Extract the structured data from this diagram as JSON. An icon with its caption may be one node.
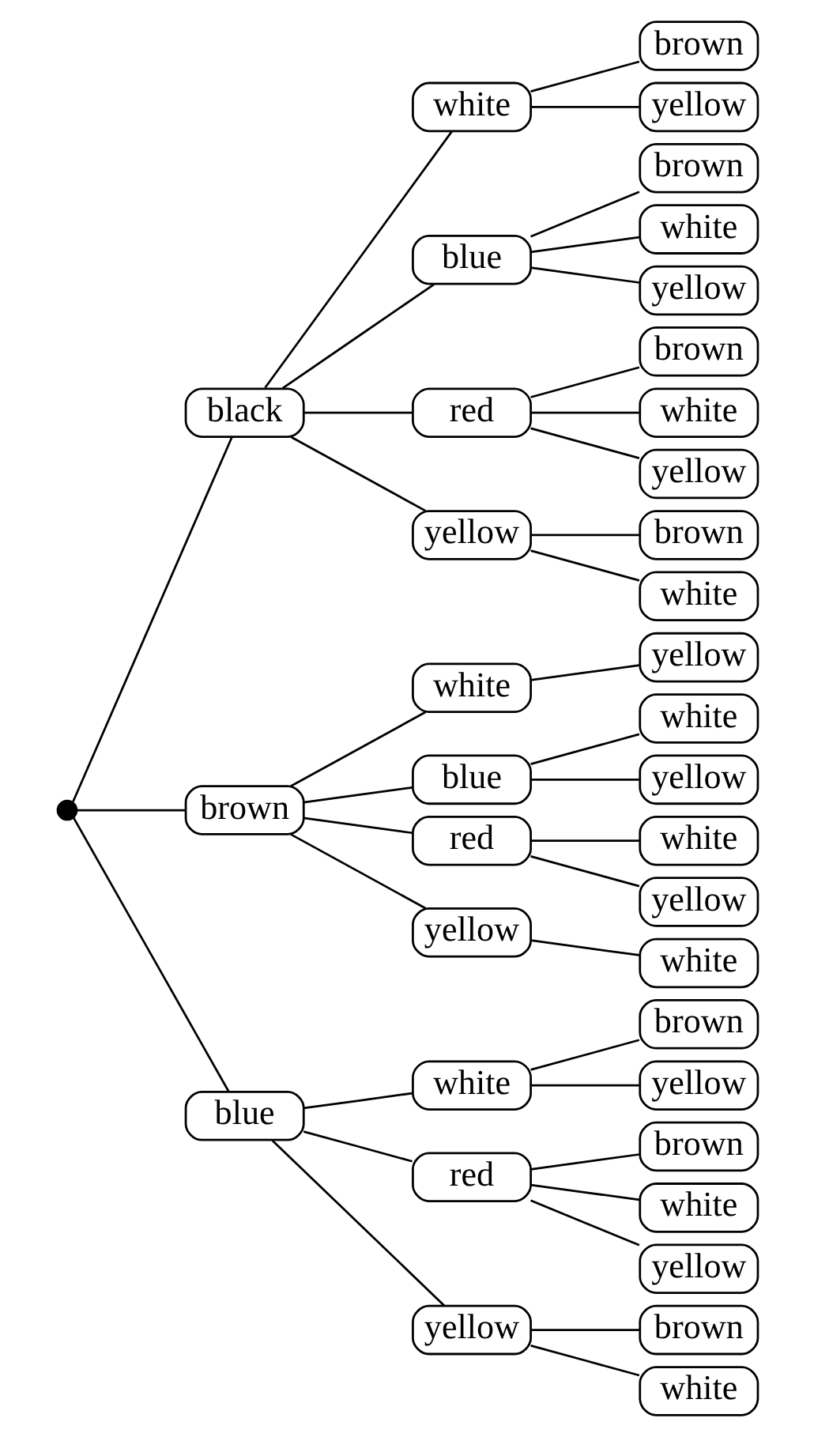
{
  "diagram": {
    "nodes": [
      {
        "text": [],
        "shape": "circle"
      },
      {
        "text": [
          "black"
        ]
      },
      {
        "text": [
          "white"
        ]
      },
      {
        "text": [
          "brown"
        ]
      },
      {
        "text": [
          "yellow"
        ]
      },
      {
        "text": [
          "blue"
        ]
      },
      {
        "text": [
          "brown"
        ]
      },
      {
        "text": [
          "white"
        ]
      },
      {
        "text": [
          "yellow"
        ]
      },
      {
        "text": [
          "red"
        ]
      },
      {
        "text": [
          "brown"
        ]
      },
      {
        "text": [
          "white"
        ]
      },
      {
        "text": [
          "yellow"
        ]
      },
      {
        "text": [
          "yellow"
        ]
      },
      {
        "text": [
          "brown"
        ]
      },
      {
        "text": [
          "white"
        ]
      },
      {
        "text": [
          "brown"
        ]
      },
      {
        "text": [
          "white"
        ]
      },
      {
        "text": [
          "yellow"
        ]
      },
      {
        "text": [
          "blue"
        ]
      },
      {
        "text": [
          "white"
        ]
      },
      {
        "text": [
          "yellow"
        ]
      },
      {
        "text": [
          "red"
        ]
      },
      {
        "text": [
          "white"
        ]
      },
      {
        "text": [
          "yellow"
        ]
      },
      {
        "text": [
          "yellow"
        ]
      },
      {
        "text": [
          "white"
        ]
      },
      {
        "text": [
          "blue"
        ]
      },
      {
        "text": [
          "white"
        ]
      },
      {
        "text": [
          "brown"
        ]
      },
      {
        "text": [
          "yellow"
        ]
      },
      {
        "text": [
          "red"
        ]
      },
      {
        "text": [
          "brown"
        ]
      },
      {
        "text": [
          "white"
        ]
      },
      {
        "text": [
          "yellow"
        ]
      },
      {
        "text": [
          "yellow"
        ]
      },
      {
        "text": [
          "brown"
        ]
      },
      {
        "text": [
          "white"
        ]
      }
    ],
    "edges": [
      {
        "from": 0,
        "to": 1,
        "arrow": "none"
      },
      {
        "from": 1,
        "to": 2,
        "arrow": "none"
      },
      {
        "from": 2,
        "to": 3,
        "arrow": "none"
      },
      {
        "from": 2,
        "to": 4,
        "arrow": "none"
      },
      {
        "from": 1,
        "to": 5,
        "arrow": "none"
      },
      {
        "from": 5,
        "to": 6,
        "arrow": "none"
      },
      {
        "from": 5,
        "to": 7,
        "arrow": "none"
      },
      {
        "from": 5,
        "to": 8,
        "arrow": "none"
      },
      {
        "from": 1,
        "to": 9,
        "arrow": "none"
      },
      {
        "from": 9,
        "to": 10,
        "arrow": "none"
      },
      {
        "from": 9,
        "to": 11,
        "arrow": "none"
      },
      {
        "from": 9,
        "to": 12,
        "arrow": "none"
      },
      {
        "from": 1,
        "to": 13,
        "arrow": "none"
      },
      {
        "from": 13,
        "to": 14,
        "arrow": "none"
      },
      {
        "from": 13,
        "to": 15,
        "arrow": "none"
      },
      {
        "from": 0,
        "to": 16,
        "arrow": "none"
      },
      {
        "from": 16,
        "to": 17,
        "arrow": "none"
      },
      {
        "from": 17,
        "to": 18,
        "arrow": "none"
      },
      {
        "from": 16,
        "to": 19,
        "arrow": "none"
      },
      {
        "from": 19,
        "to": 20,
        "arrow": "none"
      },
      {
        "from": 19,
        "to": 21,
        "arrow": "none"
      },
      {
        "from": 16,
        "to": 22,
        "arrow": "none"
      },
      {
        "from": 22,
        "to": 23,
        "arrow": "none"
      },
      {
        "from": 22,
        "to": 24,
        "arrow": "none"
      },
      {
        "from": 16,
        "to": 25,
        "arrow": "none"
      },
      {
        "from": 25,
        "to": 26,
        "arrow": "none"
      },
      {
        "from": 0,
        "to": 27,
        "arrow": "none"
      },
      {
        "from": 27,
        "to": 28,
        "arrow": "none"
      },
      {
        "from": 28,
        "to": 29,
        "arrow": "none"
      },
      {
        "from": 28,
        "to": 30,
        "arrow": "none"
      },
      {
        "from": 27,
        "to": 31,
        "arrow": "none"
      },
      {
        "from": 31,
        "to": 32,
        "arrow": "none"
      },
      {
        "from": 31,
        "to": 33,
        "arrow": "none"
      },
      {
        "from": 31,
        "to": 34,
        "arrow": "none"
      },
      {
        "from": 27,
        "to": 35,
        "arrow": "none"
      },
      {
        "from": 35,
        "to": 36,
        "arrow": "none"
      },
      {
        "from": 35,
        "to": 37,
        "arrow": "none"
      }
    ]
  }
}
